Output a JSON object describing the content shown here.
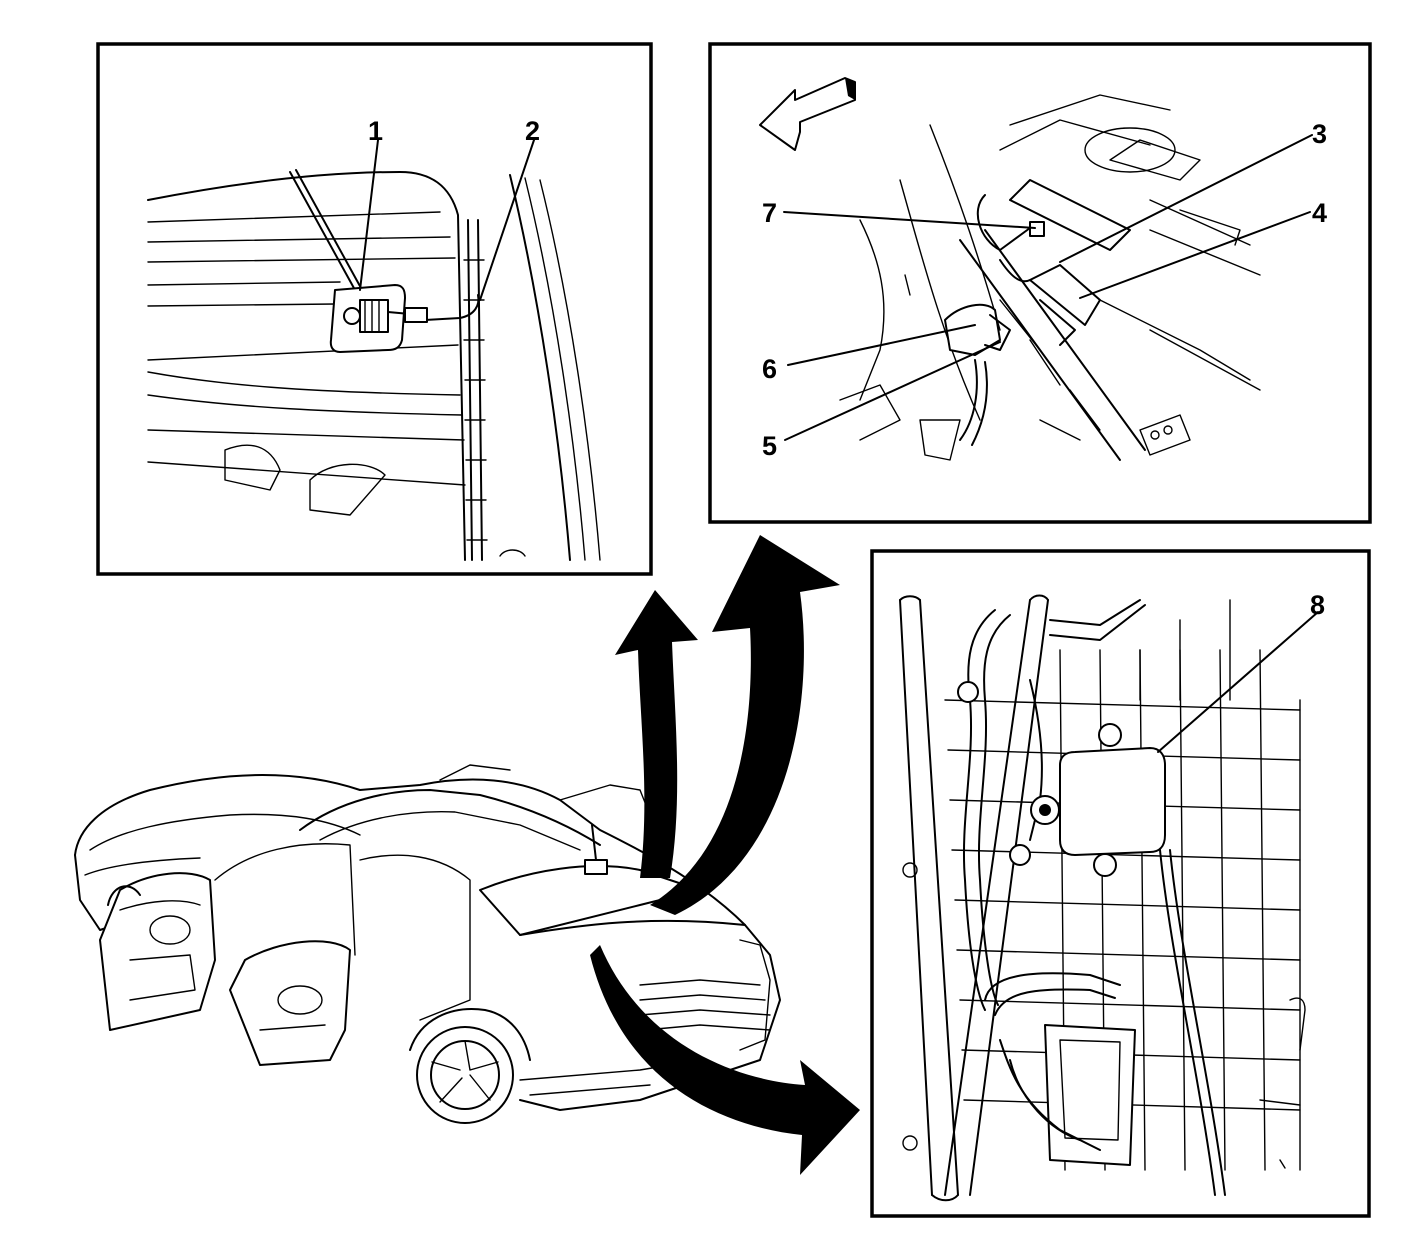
{
  "diagram": {
    "callouts": [
      {
        "id": "1",
        "text": "1"
      },
      {
        "id": "2",
        "text": "2"
      },
      {
        "id": "3",
        "text": "3"
      },
      {
        "id": "4",
        "text": "4"
      },
      {
        "id": "5",
        "text": "5"
      },
      {
        "id": "6",
        "text": "6"
      },
      {
        "id": "7",
        "text": "7"
      },
      {
        "id": "8",
        "text": "8"
      }
    ],
    "panels": [
      {
        "name": "antenna-rear-window-detail"
      },
      {
        "name": "trunk-harness-detail"
      },
      {
        "name": "module-under-package-shelf-detail"
      }
    ],
    "colors": {
      "line": "#000000",
      "background": "#ffffff"
    }
  }
}
